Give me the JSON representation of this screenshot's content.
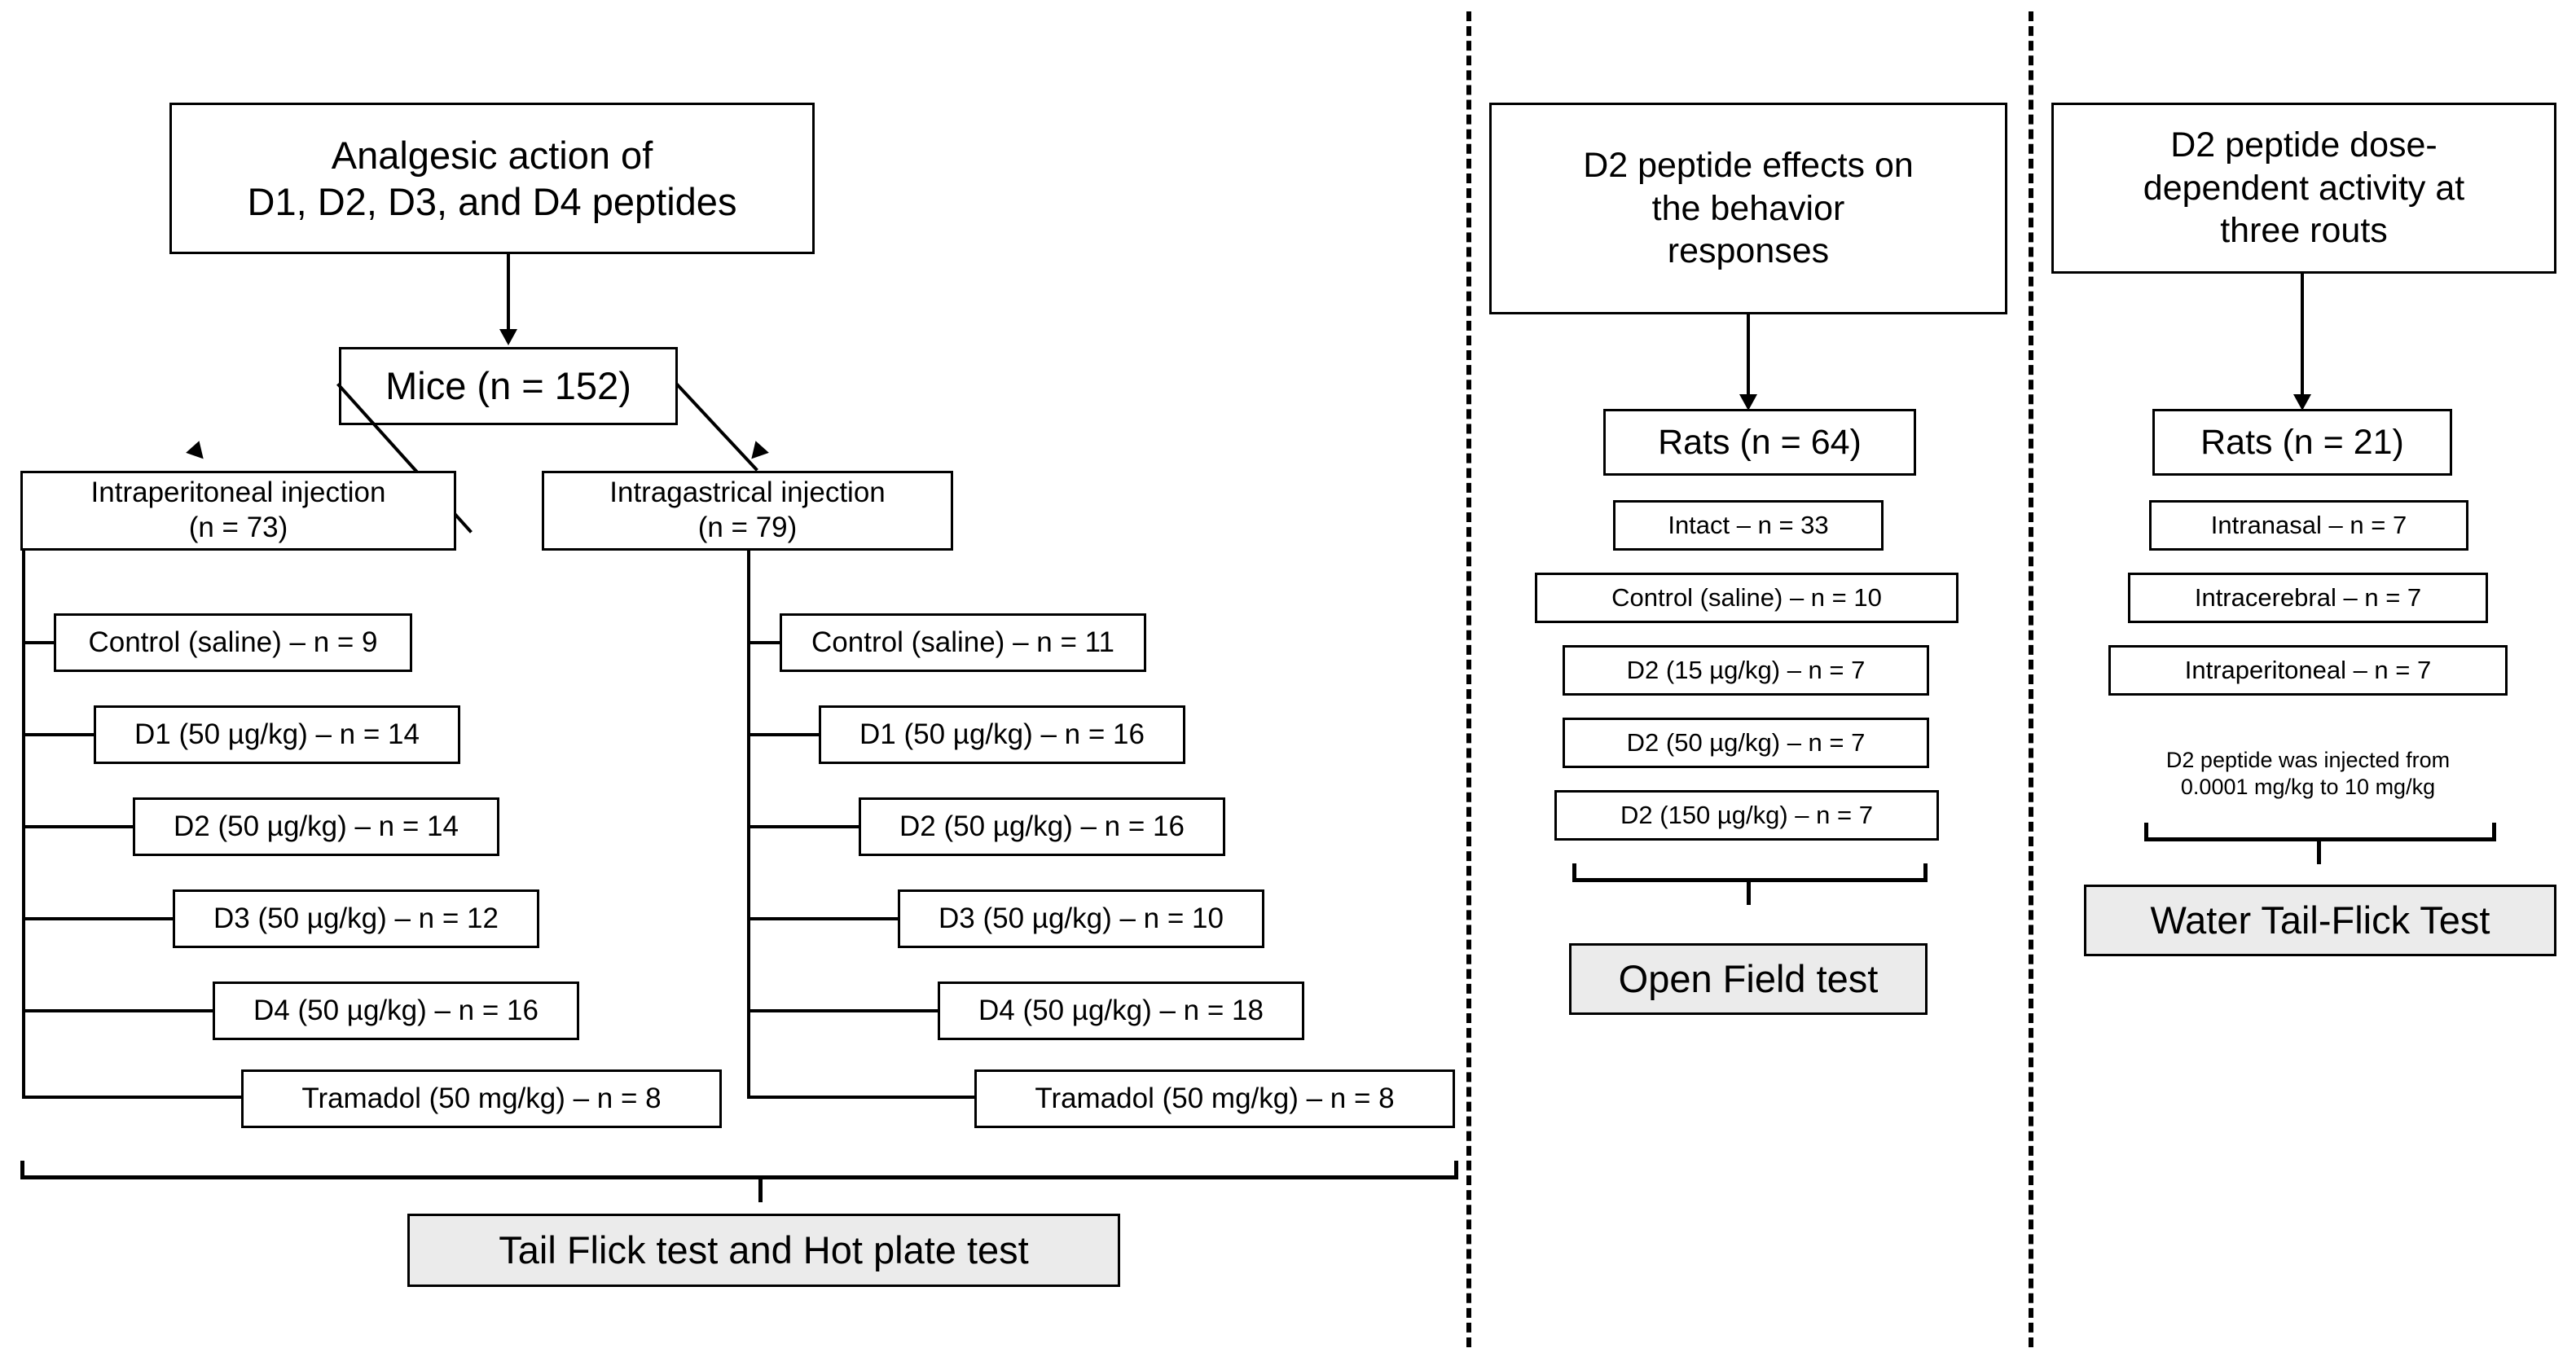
{
  "figure": {
    "title": "Study design flowchart of analgesic peptide experiments",
    "panel_separator": "dashed-vertical-line",
    "highlight_fill": "#ebebeb",
    "line_color": "#000000"
  },
  "panel_left": {
    "root": "Analgesic action of\nD1, D2, D3, and D4 peptides",
    "subject": "Mice (n = 152)",
    "branches": [
      {
        "header": "Intraperitoneal injection\n(n = 73)",
        "groups": [
          {
            "label": "Control (saline) – n = 9"
          },
          {
            "label": "D1 (50 µg/kg) – n = 14"
          },
          {
            "label": "D2 (50 µg/kg) – n = 14"
          },
          {
            "label": "D3 (50 µg/kg) – n = 12"
          },
          {
            "label": "D4 (50 µg/kg) – n = 16"
          },
          {
            "label": "Tramadol (50 mg/kg) – n = 8"
          }
        ]
      },
      {
        "header": "Intragastrical injection\n(n = 79)",
        "groups": [
          {
            "label": "Control (saline) – n = 11"
          },
          {
            "label": "D1 (50 µg/kg) – n = 16"
          },
          {
            "label": "D2 (50 µg/kg) – n = 16"
          },
          {
            "label": "D3 (50 µg/kg) – n = 10"
          },
          {
            "label": "D4 (50 µg/kg) – n = 18"
          },
          {
            "label": "Tramadol (50 mg/kg) – n = 8"
          }
        ]
      }
    ],
    "outcome": "Tail Flick test and Hot plate test"
  },
  "panel_middle": {
    "root": "D2 peptide effects on\nthe behavior\nresponses",
    "subject": "Rats (n = 64)",
    "groups": [
      {
        "label": "Intact – n = 33"
      },
      {
        "label": "Control (saline) – n = 10"
      },
      {
        "label": "D2 (15 µg/kg) – n = 7"
      },
      {
        "label": "D2 (50 µg/kg) – n = 7"
      },
      {
        "label": "D2 (150 µg/kg) – n = 7"
      }
    ],
    "outcome": "Open Field test"
  },
  "panel_right": {
    "root": "D2 peptide dose-\ndependent activity at\nthree routs",
    "subject": "Rats (n = 21)",
    "groups": [
      {
        "label": "Intranasal – n = 7"
      },
      {
        "label": "Intracerebral – n = 7"
      },
      {
        "label": "Intraperitoneal – n = 7"
      }
    ],
    "note": "D2 peptide was injected from\n0.0001 mg/kg to 10 mg/kg",
    "outcome": "Water Tail-Flick Test"
  }
}
